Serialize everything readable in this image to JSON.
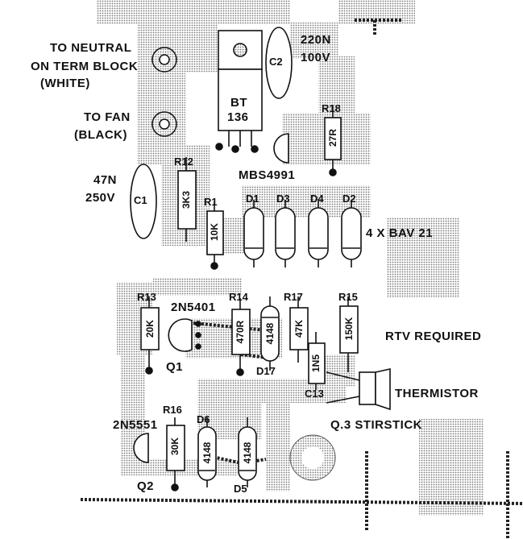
{
  "labels": {
    "neutral_line1": "TO NEUTRAL",
    "neutral_line2": "ON TERM BLOCK",
    "neutral_line3": "(WHITE)",
    "fan_line1": "TO FAN",
    "fan_line2": "(BLACK)",
    "rtv": "RTV REQUIRED",
    "thermistor": "THERMISTOR",
    "stirstick": "Q.3 STIRSTICK",
    "diodes_group": "4 X BAV 21"
  },
  "components": {
    "c2_ref": "C2",
    "c2_value1": "220N",
    "c2_value2": "100V",
    "triac_line1": "BT",
    "triac_line2": "136",
    "r8_ref": "R18",
    "r8_value": "27R",
    "diac": "MBS4991",
    "c1_ref": "C1",
    "c1_value1": "47N",
    "c1_value2": "250V",
    "r2_ref": "R12",
    "r2_value": "3K3",
    "r1_ref": "R1",
    "r1_value": "10K",
    "d1": "D1",
    "d3": "D3",
    "d4": "D4",
    "d2": "D2",
    "r3_ref": "R13",
    "r3_value": "20K",
    "q1_type": "2N5401",
    "q1_ref": "Q1",
    "r4_ref": "R14",
    "r4_value": "470R",
    "d7_body": "4148",
    "d7_ref": "D17",
    "r7_ref": "R17",
    "r7_value": "47K",
    "c3_value": "1N5",
    "c3_ref": "C13",
    "r5_ref": "R15",
    "r5_value": "150K",
    "r6_ref": "R16",
    "r6_value": "30K",
    "q2_type": "2N5551",
    "q2_ref": "Q2",
    "d6_ref": "D6",
    "d6_body": "4148",
    "d5_body": "4148",
    "d5_ref": "D5"
  },
  "colors": {
    "ink": "#111111",
    "copper": "#9a9a9a",
    "background": "#ffffff"
  }
}
